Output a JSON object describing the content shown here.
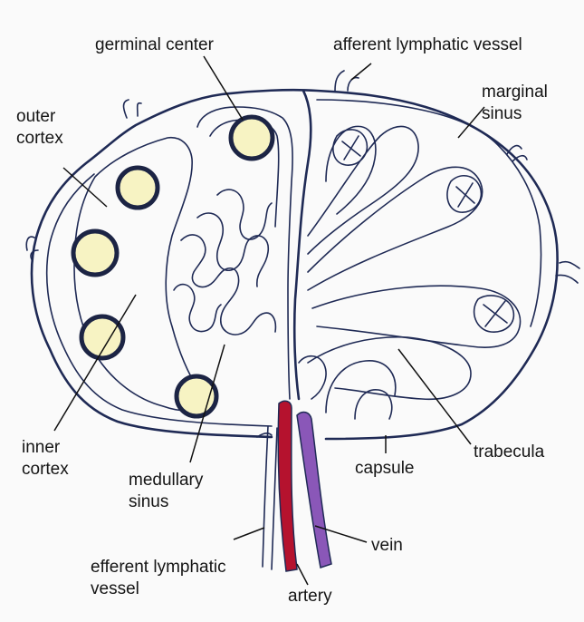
{
  "labels": {
    "germinal_center": "germinal center",
    "afferent_lymphatic_vessel": "afferent lymphatic vessel",
    "outer_cortex_1": "outer",
    "outer_cortex_2": "cortex",
    "marginal_sinus_1": "marginal",
    "marginal_sinus_2": "sinus",
    "inner_cortex_1": "inner",
    "inner_cortex_2": "cortex",
    "medullary_sinus_1": "medullary",
    "medullary_sinus_2": "sinus",
    "capsule": "capsule",
    "trabecula": "trabecula",
    "efferent_lymphatic_vessel_1": "efferent lymphatic",
    "efferent_lymphatic_vessel_2": "vessel",
    "vein": "vein",
    "artery": "artery"
  },
  "colors": {
    "outline": "#1f2a55",
    "follicle_fill": "#f7f3c3",
    "artery": "#b5122e",
    "vein": "#8a57b8",
    "background": "#fafafa"
  }
}
